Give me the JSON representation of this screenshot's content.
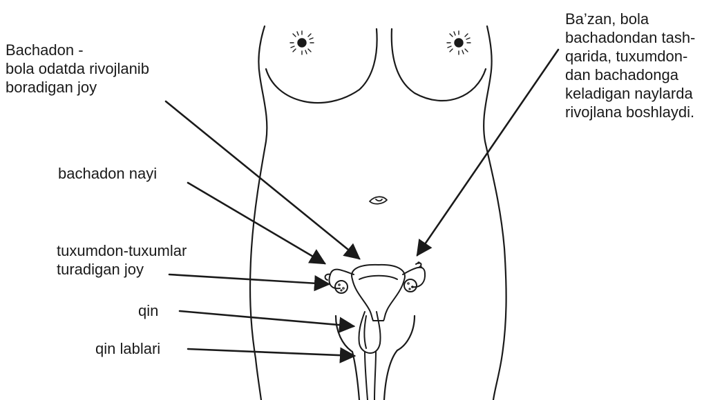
{
  "labels": {
    "uterus": [
      "Bachadon -",
      "bola odatda rivojlanib",
      "boradigan joy"
    ],
    "fallopian_tube": [
      "bachadon nayi"
    ],
    "ovary": [
      "tuxumdon-tuxumlar",
      "turadigan joy"
    ],
    "vagina": [
      "qin"
    ],
    "labia": [
      "qin lablari"
    ],
    "ectopic_note": [
      "Ba’zan, bola",
      "bachadondan tash-",
      "qarida, tuxumdon-",
      "dan bachadonga",
      "keladigan naylarda",
      "rivojlana boshlaydi."
    ]
  },
  "colors": {
    "line": "#1a1a1a",
    "background": "#ffffff"
  }
}
